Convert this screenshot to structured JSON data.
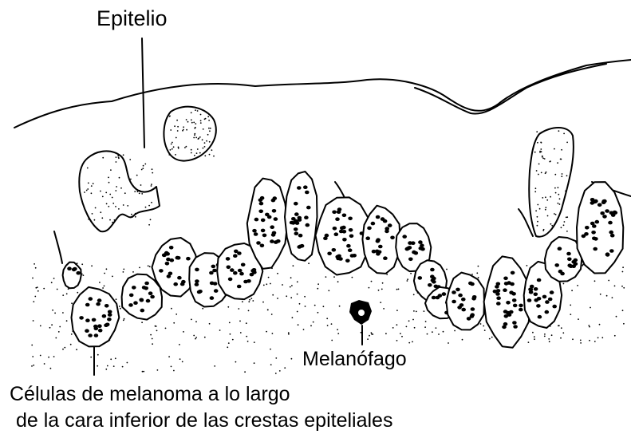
{
  "labels": {
    "epitelio": "Epitelio",
    "melanofago": "Melanófago",
    "celulas_line1": "Células de melanoma a lo largo",
    "celulas_line2": "de la cara inferior de las crestas epiteliales"
  }
}
